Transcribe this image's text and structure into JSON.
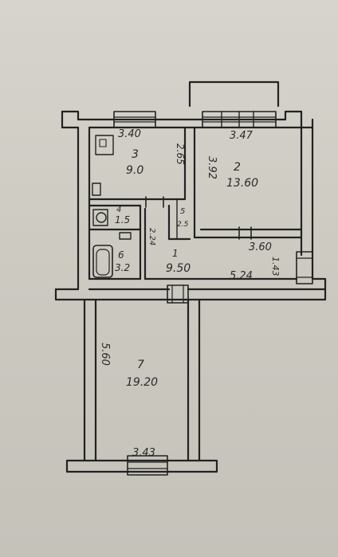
{
  "rooms": [
    {
      "id": "3",
      "number": "3",
      "area": "9.0"
    },
    {
      "id": "2",
      "number": "2",
      "area": "13.60"
    },
    {
      "id": "wc",
      "number": "4",
      "area": "1.5"
    },
    {
      "id": "closet",
      "number": "5",
      "area": "2.5"
    },
    {
      "id": "hall",
      "number": "1",
      "area": "9.50"
    },
    {
      "id": "bath",
      "number": "6",
      "area": "3.2"
    },
    {
      "id": "7",
      "number": "7",
      "area": "19.20"
    }
  ],
  "dimensions": {
    "room3_width": "3.40",
    "room3_depth": "2.65",
    "room2_width": "3.47",
    "room2_depth": "3.92",
    "room2_bottom": "3.60",
    "hall_length": "5.24",
    "hall_depth": "2.24",
    "right_side": "1.43",
    "room7_length": "5.60",
    "room7_width": "3.43"
  }
}
